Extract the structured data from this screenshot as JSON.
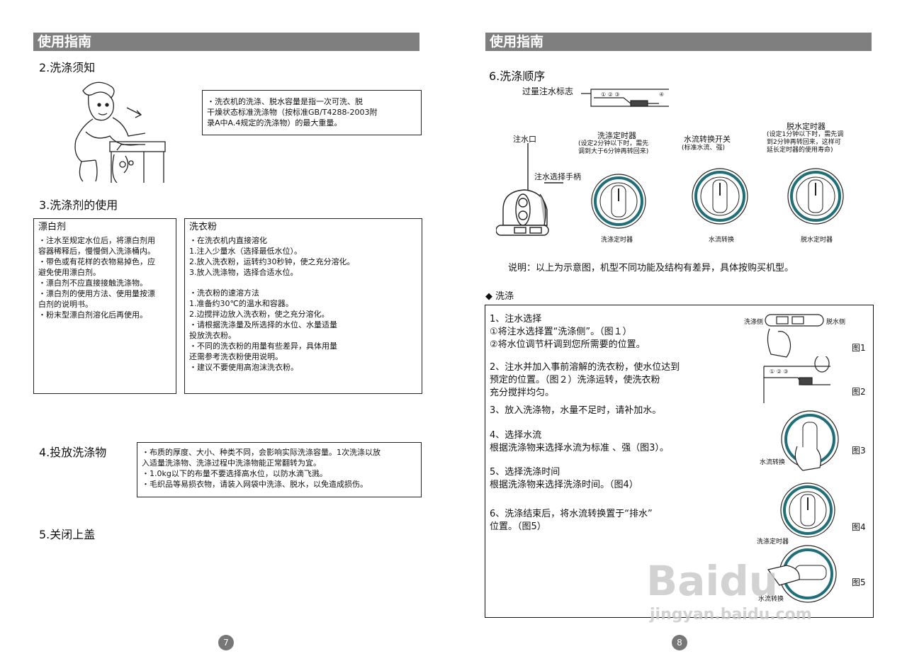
{
  "left": {
    "header": "使用指南",
    "s2_title": "2.洗涤须知",
    "s2_box": [
      "・洗衣机的洗涤、脱水容量是指一次可洗、脱",
      "干燥状态标准洗涤物（按标准GB/T4288-2003附",
      "录A中A.4规定的洗涤物）的最大重量。"
    ],
    "s3_title": "3.洗涤剂的使用",
    "bleach_title": "漂白剂",
    "bleach_lines": [
      "・注水至规定水位后，将漂白剂用",
      "容器稀释后，慢慢倒入洗涤桶内。",
      "・带色或有花样的衣物易掉色，应",
      "避免使用漂白剂。",
      "・漂白剂不应直接接触洗涤物。",
      "・漂白剂的使用方法、使用量按漂",
      "白剂的说明书。",
      "・粉末型漂白剂溶化后再使用。"
    ],
    "powder_title": "洗衣粉",
    "powder_lines_a": [
      "・在洗衣机内直接溶化",
      "1.注入少量水（选择最低水位）。",
      "2.放入洗衣粉，运转约30秒钟，使之充分溶化。",
      "3.放入洗涤物，选择合适水位。"
    ],
    "powder_lines_b": [
      "・洗衣粉的速溶方法",
      "1.准备约30℃的温水和容器。",
      "2.边搅拌边放入洗衣粉，使之充分溶化。",
      "・请根据洗涤量及所选择的水位、水量适量",
      "   投放洗衣粉。",
      "・不同的洗衣粉的用量有些差异，具体用量",
      "   还需参考洗衣粉使用说明。",
      "・建议不要使用高泡沫洗衣粉。"
    ],
    "s4_title": "4.投放洗涤物",
    "s4_lines": [
      "・布质的厚度、大小、种类不同，会影响实际洗涤容量。1次洗涤以放",
      "入适量洗涤物、洗涤过程中洗涤物能正常翻转为宜。",
      "・1.0kg以下的布量不要选择高水位，以防水滴飞溅。",
      "・毛织品等易损衣物，请装入网袋中洗涤、脱水，以免造成损伤。"
    ],
    "s5_title": "5.关闭上盖",
    "page_num": "7"
  },
  "right": {
    "header": "使用指南",
    "s6_title": "6.洗涤顺序",
    "overflow_mark": "过量注水标志",
    "inlet": "注水口",
    "inlet_handle": "注水选择手柄",
    "wash_timer_title": "洗涤定时器",
    "wash_timer_note": [
      "(设定2分钟以下时，需先",
      "调到大于6分钟再转回来)"
    ],
    "water_switch_title": "水流转换开关",
    "water_switch_note": "(标准水流、强)",
    "spin_timer_title": "脱水定时器",
    "spin_timer_note": [
      "(设定1分钟以下时，需先调",
      "到2分钟再转回来，这样可",
      "延长定时器的使用寿命)"
    ],
    "cap_wash_timer": "洗涤定时器",
    "cap_water_switch": "水流转换",
    "cap_spin_timer": "脱水定时器",
    "explain": "说明：以上为示意图，机型不同功能及结构有差异，具体按购买机型。",
    "wash_section": "◆ 洗涤",
    "steps": [
      [
        "1、注水选择",
        "   ①将注水选择置“洗涤侧”。（图１）",
        "   ②将水位调节杆调到您所需要的位置。"
      ],
      [
        "2、注水并加入事前溶解的洗衣粉，使水位达到",
        "   预定的位置。（图２）洗涤运转，使洗衣粉",
        "   充分搅拌均匀。"
      ],
      [
        "3、放入洗涤物，水量不足时，请补加水。"
      ],
      [
        "4、选择水流",
        "   根据洗涤物来选择水流为标准 、强（图3）。"
      ],
      [
        "5、选择洗涤时间",
        "   根据洗涤物来选择洗涤时间。（图4）"
      ],
      [
        "6、洗涤结束后，将水流转换置于“排水”",
        "   位置。（图5）"
      ]
    ],
    "fig_labels": [
      "图1",
      "图2",
      "图3",
      "图4",
      "图5"
    ],
    "fig1_left": "洗涤侧",
    "fig1_right": "脱水侧",
    "fig3_cap": "水流转换",
    "fig4_cap": "洗涤定时器",
    "fig5_cap": "水流转换",
    "page_num": "8"
  },
  "watermark": {
    "brand": "Baidu",
    "sub": "jingyan.baidu.com"
  }
}
